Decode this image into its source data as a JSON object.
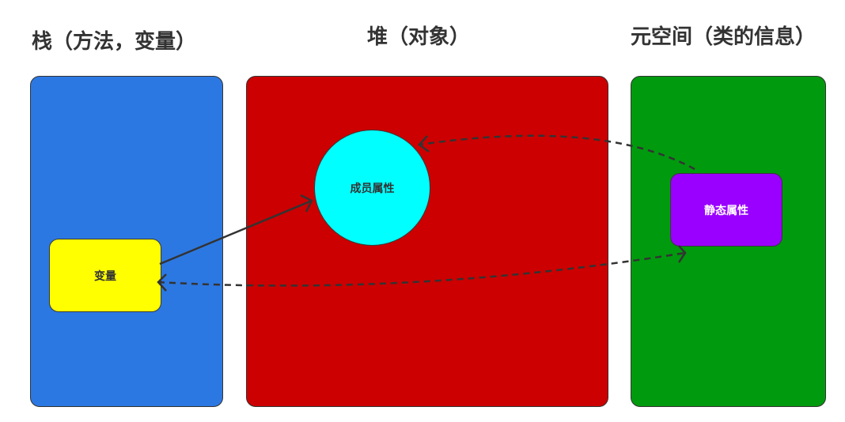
{
  "diagram": {
    "title": "JVM memory regions: stack, heap, metaspace",
    "regions": [
      {
        "id": "stack",
        "label": "栈（方法，变量）",
        "color": "#2c78e2"
      },
      {
        "id": "heap",
        "label": "堆（对象）",
        "color": "#cc0000"
      },
      {
        "id": "metaspace",
        "label": "元空间（类的信息）",
        "color": "#009a0e"
      }
    ],
    "nodes": [
      {
        "id": "variable",
        "label": "变量",
        "region": "stack",
        "shape": "rounded-rect",
        "color": "#ffff00",
        "text_color": "#333333"
      },
      {
        "id": "member-attribute",
        "label": "成员属性",
        "region": "heap",
        "shape": "circle",
        "color": "#00ffff",
        "text_color": "#333333"
      },
      {
        "id": "static-attribute",
        "label": "静态属性",
        "region": "metaspace",
        "shape": "rounded-rect",
        "color": "#9900ff",
        "text_color": "#ffffff"
      }
    ],
    "edges": [
      {
        "from": "variable",
        "to": "member-attribute",
        "style": "solid"
      },
      {
        "from": "static-attribute",
        "to": "member-attribute",
        "style": "dashed"
      },
      {
        "from": "variable",
        "to": "static-attribute",
        "style": "dashed",
        "bidirectional": true
      }
    ],
    "line_color": "#333333"
  }
}
